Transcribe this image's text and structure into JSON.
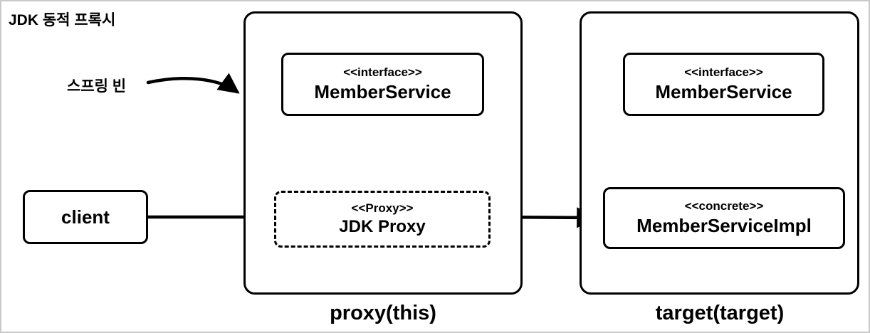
{
  "diagram": {
    "title": "JDK 동적 프록시",
    "spring_bean_label": "스프링 빈",
    "client": {
      "label": "client"
    },
    "proxy_container": {
      "caption": "proxy(this)",
      "interface_box": {
        "stereotype": "<<interface>>",
        "name": "MemberService"
      },
      "proxy_box": {
        "stereotype": "<<Proxy>>",
        "name": "JDK Proxy"
      }
    },
    "target_container": {
      "caption": "target(target)",
      "interface_box": {
        "stereotype": "<<interface>>",
        "name": "MemberService"
      },
      "concrete_box": {
        "stereotype": "<<concrete>>",
        "name": "MemberServiceImpl"
      }
    },
    "colors": {
      "line": "#000000",
      "background": "#ffffff",
      "frame_border": "#c9c9c9"
    }
  }
}
